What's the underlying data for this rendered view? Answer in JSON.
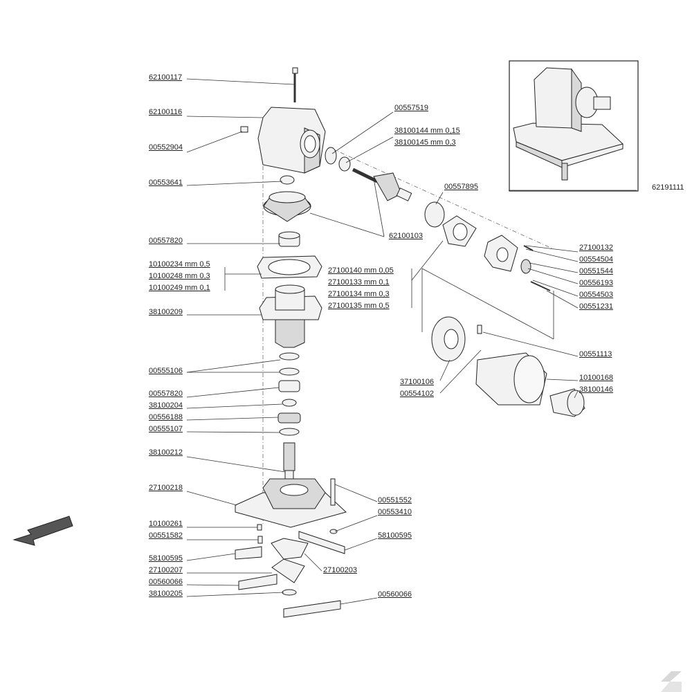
{
  "labels": {
    "l62100117": "62100117",
    "l62100116": "62100116",
    "l00552904": "00552904",
    "l00553641": "00553641",
    "l00557820a": "00557820",
    "l10100234": "10100234 mm 0,5",
    "l10100248": "10100248 mm 0,3",
    "l10100249": "10100249 mm 0,1",
    "l38100209": "38100209",
    "l00555106": "00555106",
    "l00557820b": "00557820",
    "l38100204": "38100204",
    "l00556188": "00556188",
    "l00555107": "00555107",
    "l38100212": "38100212",
    "l27100218": "27100218",
    "l10100261": "10100261",
    "l00551582": "00551582",
    "l58100595a": "58100595",
    "l27100207": "27100207",
    "l00560066a": "00560066",
    "l38100205": "38100205",
    "l00557519": "00557519",
    "l38100144": "38100144  mm 0,15",
    "l38100145": "38100145  mm 0,3",
    "l00557895": "00557895",
    "l62100103": "62100103",
    "l27100140": "27100140 mm 0,05",
    "l27100133": "27100133 mm 0,1",
    "l27100134": "27100134 mm 0,3",
    "l27100135": "27100135 mm 0,5",
    "l27100132": "27100132",
    "l00554504": "00554504",
    "l00551544": "00551544",
    "l00556193": "00556193",
    "l00554503": "00554503",
    "l00551231": "00551231",
    "l00551113": "00551113",
    "l37100106": "37100106",
    "l00554102": "00554102",
    "l10100168": "10100168",
    "l38100146": "38100146",
    "l00551552": "00551552",
    "l00553410": "00553410",
    "l58100595b": "58100595",
    "l27100203": "27100203",
    "l00560066b": "00560066",
    "l62191111": "62191111"
  },
  "colors": {
    "line": "#333333",
    "part_fill": "#f2f2f2",
    "shade": "#d9d9d9"
  },
  "icons": {
    "direction_arrow": "arrow-icon",
    "brand_mark": "k-logo-icon"
  }
}
